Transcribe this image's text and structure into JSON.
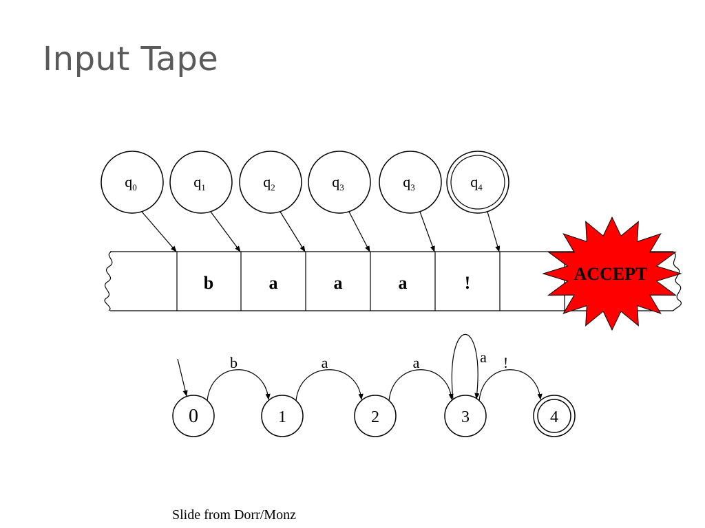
{
  "title": "Input Tape",
  "tape_heads": [
    {
      "base": "q",
      "sub": "0",
      "final": false
    },
    {
      "base": "q",
      "sub": "1",
      "final": false
    },
    {
      "base": "q",
      "sub": "2",
      "final": false
    },
    {
      "base": "q",
      "sub": "3",
      "final": false
    },
    {
      "base": "q",
      "sub": "3",
      "final": false
    },
    {
      "base": "q",
      "sub": "4",
      "final": true
    }
  ],
  "tape_cells": [
    "",
    "b",
    "a",
    "a",
    "a",
    "!",
    ""
  ],
  "accept_label": "ACCEPT",
  "accept_color": "#ff0000",
  "fsa": {
    "states": [
      "0",
      "1",
      "2",
      "3",
      "4"
    ],
    "start_state": "0",
    "final_states": [
      "4"
    ],
    "transitions": [
      {
        "from": "0",
        "to": "1",
        "label": "b"
      },
      {
        "from": "1",
        "to": "2",
        "label": "a"
      },
      {
        "from": "2",
        "to": "3",
        "label": "a"
      },
      {
        "from": "3",
        "to": "3",
        "label": "a"
      },
      {
        "from": "3",
        "to": "4",
        "label": "!"
      }
    ]
  },
  "footer": "Slide from Dorr/Monz"
}
